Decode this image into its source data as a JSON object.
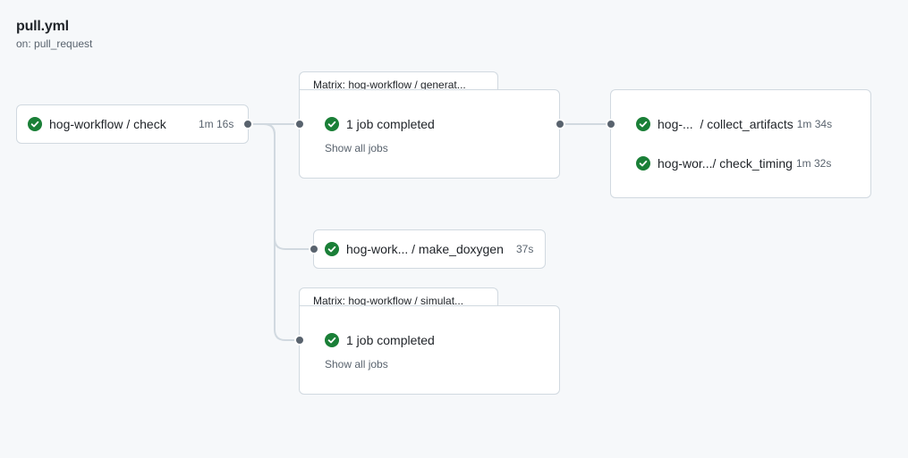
{
  "workflow": {
    "file_name": "pull.yml",
    "trigger": "on: pull_request"
  },
  "jobs": {
    "check": {
      "name": "hog-workflow / check",
      "duration": "1m 16s",
      "status": "success"
    },
    "generate_matrix": {
      "header": "Matrix: hog-workflow / generat...",
      "summary": "1 job completed",
      "show_all": "Show all jobs",
      "status": "success"
    },
    "make_doxygen": {
      "name": "hog-work... / make_doxygen",
      "duration": "37s",
      "status": "success"
    },
    "simulate_matrix": {
      "header": "Matrix: hog-workflow / simulat...",
      "summary": "1 job completed",
      "show_all": "Show all jobs",
      "status": "success"
    },
    "collect_artifacts": {
      "name": "hog-...  / collect_artifacts",
      "duration": "1m 34s",
      "status": "success"
    },
    "check_timing": {
      "name": "hog-wor.../ check_timing",
      "duration": "1m 32s",
      "status": "success"
    }
  },
  "colors": {
    "success": "#1a7f37",
    "connector": "#d1d9e0",
    "node_dot": "#59636e"
  },
  "icons": {
    "status": "check-circle-fill-icon"
  }
}
